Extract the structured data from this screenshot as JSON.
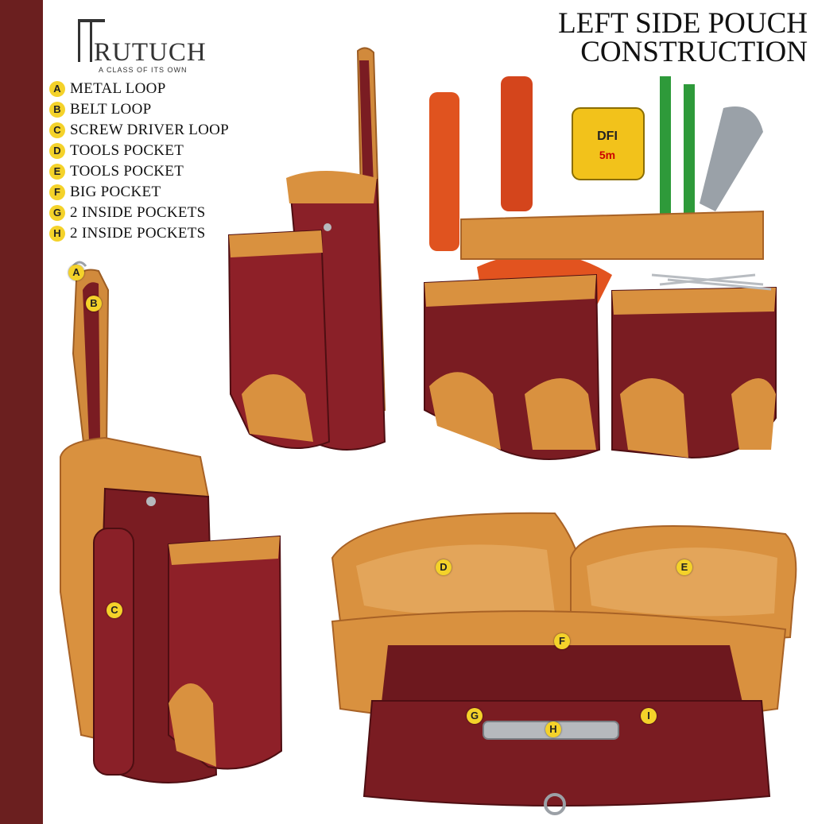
{
  "brand": {
    "name": "RUTUCH",
    "tagline": "A CLASS OF ITS OWN"
  },
  "heading": {
    "line1": "LEFT SIDE POUCH",
    "line2": "CONSTRUCTION"
  },
  "legend": [
    {
      "letter": "A",
      "label": "METAL LOOP"
    },
    {
      "letter": "B",
      "label": "BELT LOOP"
    },
    {
      "letter": "C",
      "label": "SCREW DRIVER LOOP"
    },
    {
      "letter": "D",
      "label": "TOOLS POCKET"
    },
    {
      "letter": "E",
      "label": "TOOLS POCKET"
    },
    {
      "letter": "F",
      "label": "BIG POCKET"
    },
    {
      "letter": "G",
      "label": "2 INSIDE POCKETS"
    },
    {
      "letter": "H",
      "label": "2 INSIDE POCKETS"
    }
  ],
  "markers": {
    "a": "A",
    "b": "B",
    "c": "C",
    "d": "D",
    "e": "E",
    "f": "F",
    "g": "G",
    "h": "H",
    "i": "I"
  },
  "photo_text": {
    "tape_brand": "DFI",
    "tape_size": "5m"
  },
  "colors": {
    "sidebar": "#6b1f1f",
    "leather": "#7a1c22",
    "suede": "#d9913f",
    "marker": "#f4d22a"
  }
}
